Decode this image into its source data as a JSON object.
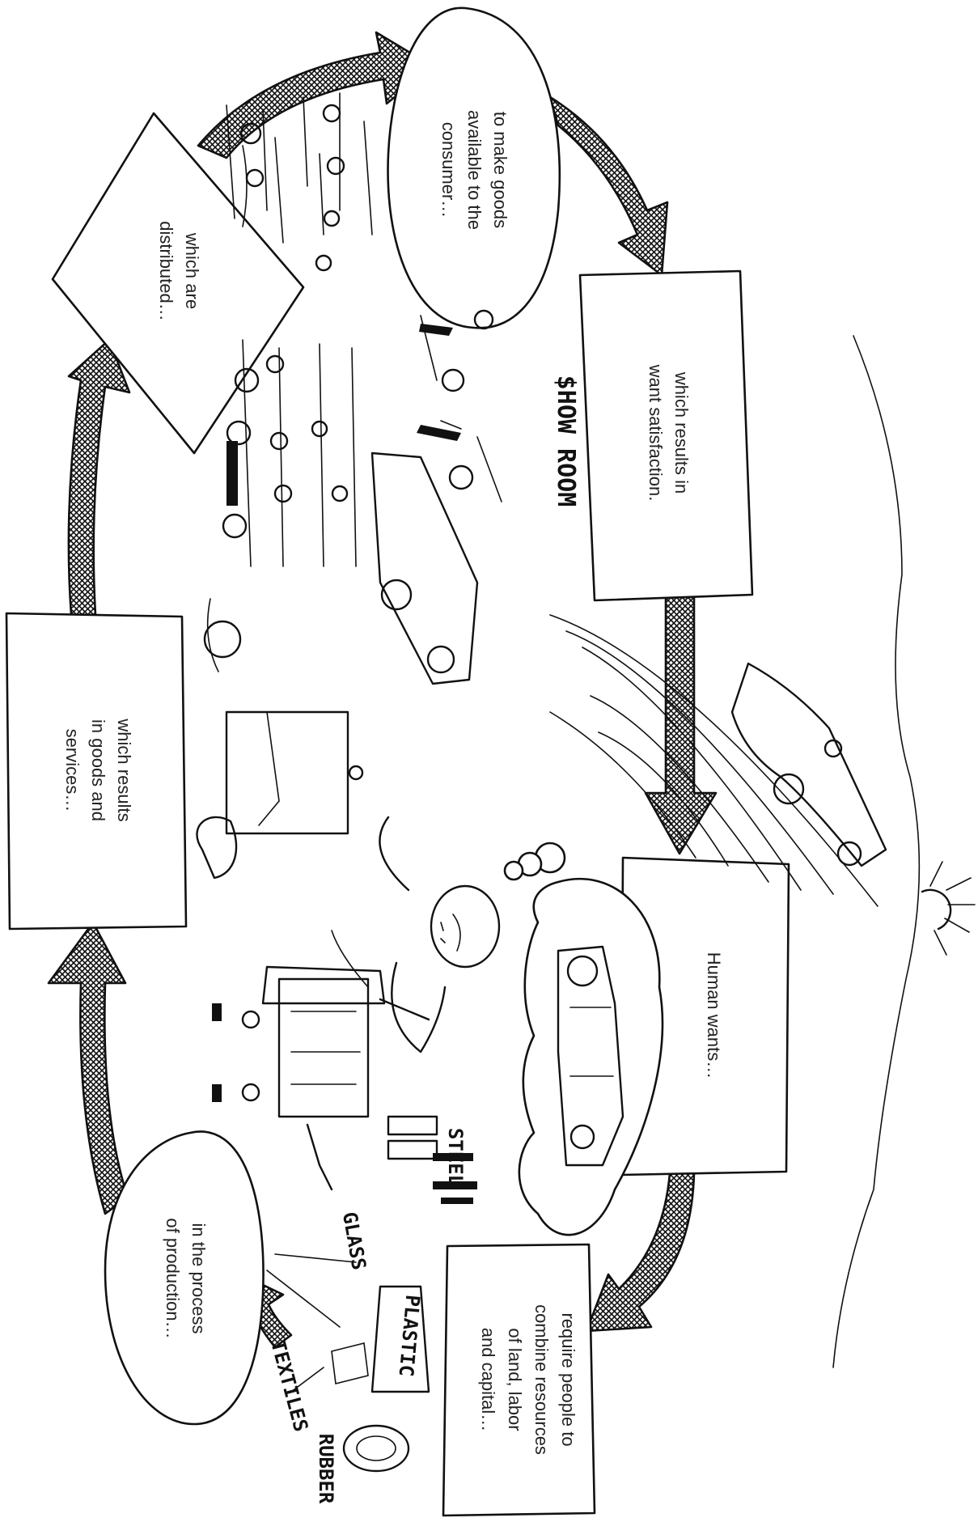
{
  "nodes": {
    "human_wants": "Human wants…",
    "require": [
      "require people to",
      "combine resources",
      "of land, labor",
      "and capital…"
    ],
    "production": [
      "in the process",
      "of production…"
    ],
    "goods": [
      "which results",
      "in goods and",
      "services…"
    ],
    "distributed": [
      "which are",
      "distributed…"
    ],
    "available": [
      "to make goods",
      "available to the",
      "consumer…"
    ],
    "satisfaction": [
      "which results in",
      "want satisfaction."
    ]
  },
  "labels": {
    "show_room": "$HOW ROOM",
    "steel": "STEEL",
    "glass": "GLASS",
    "plastic": "PLASTIC",
    "textiles": "TEXTILES",
    "rubber": "RUBBER"
  }
}
